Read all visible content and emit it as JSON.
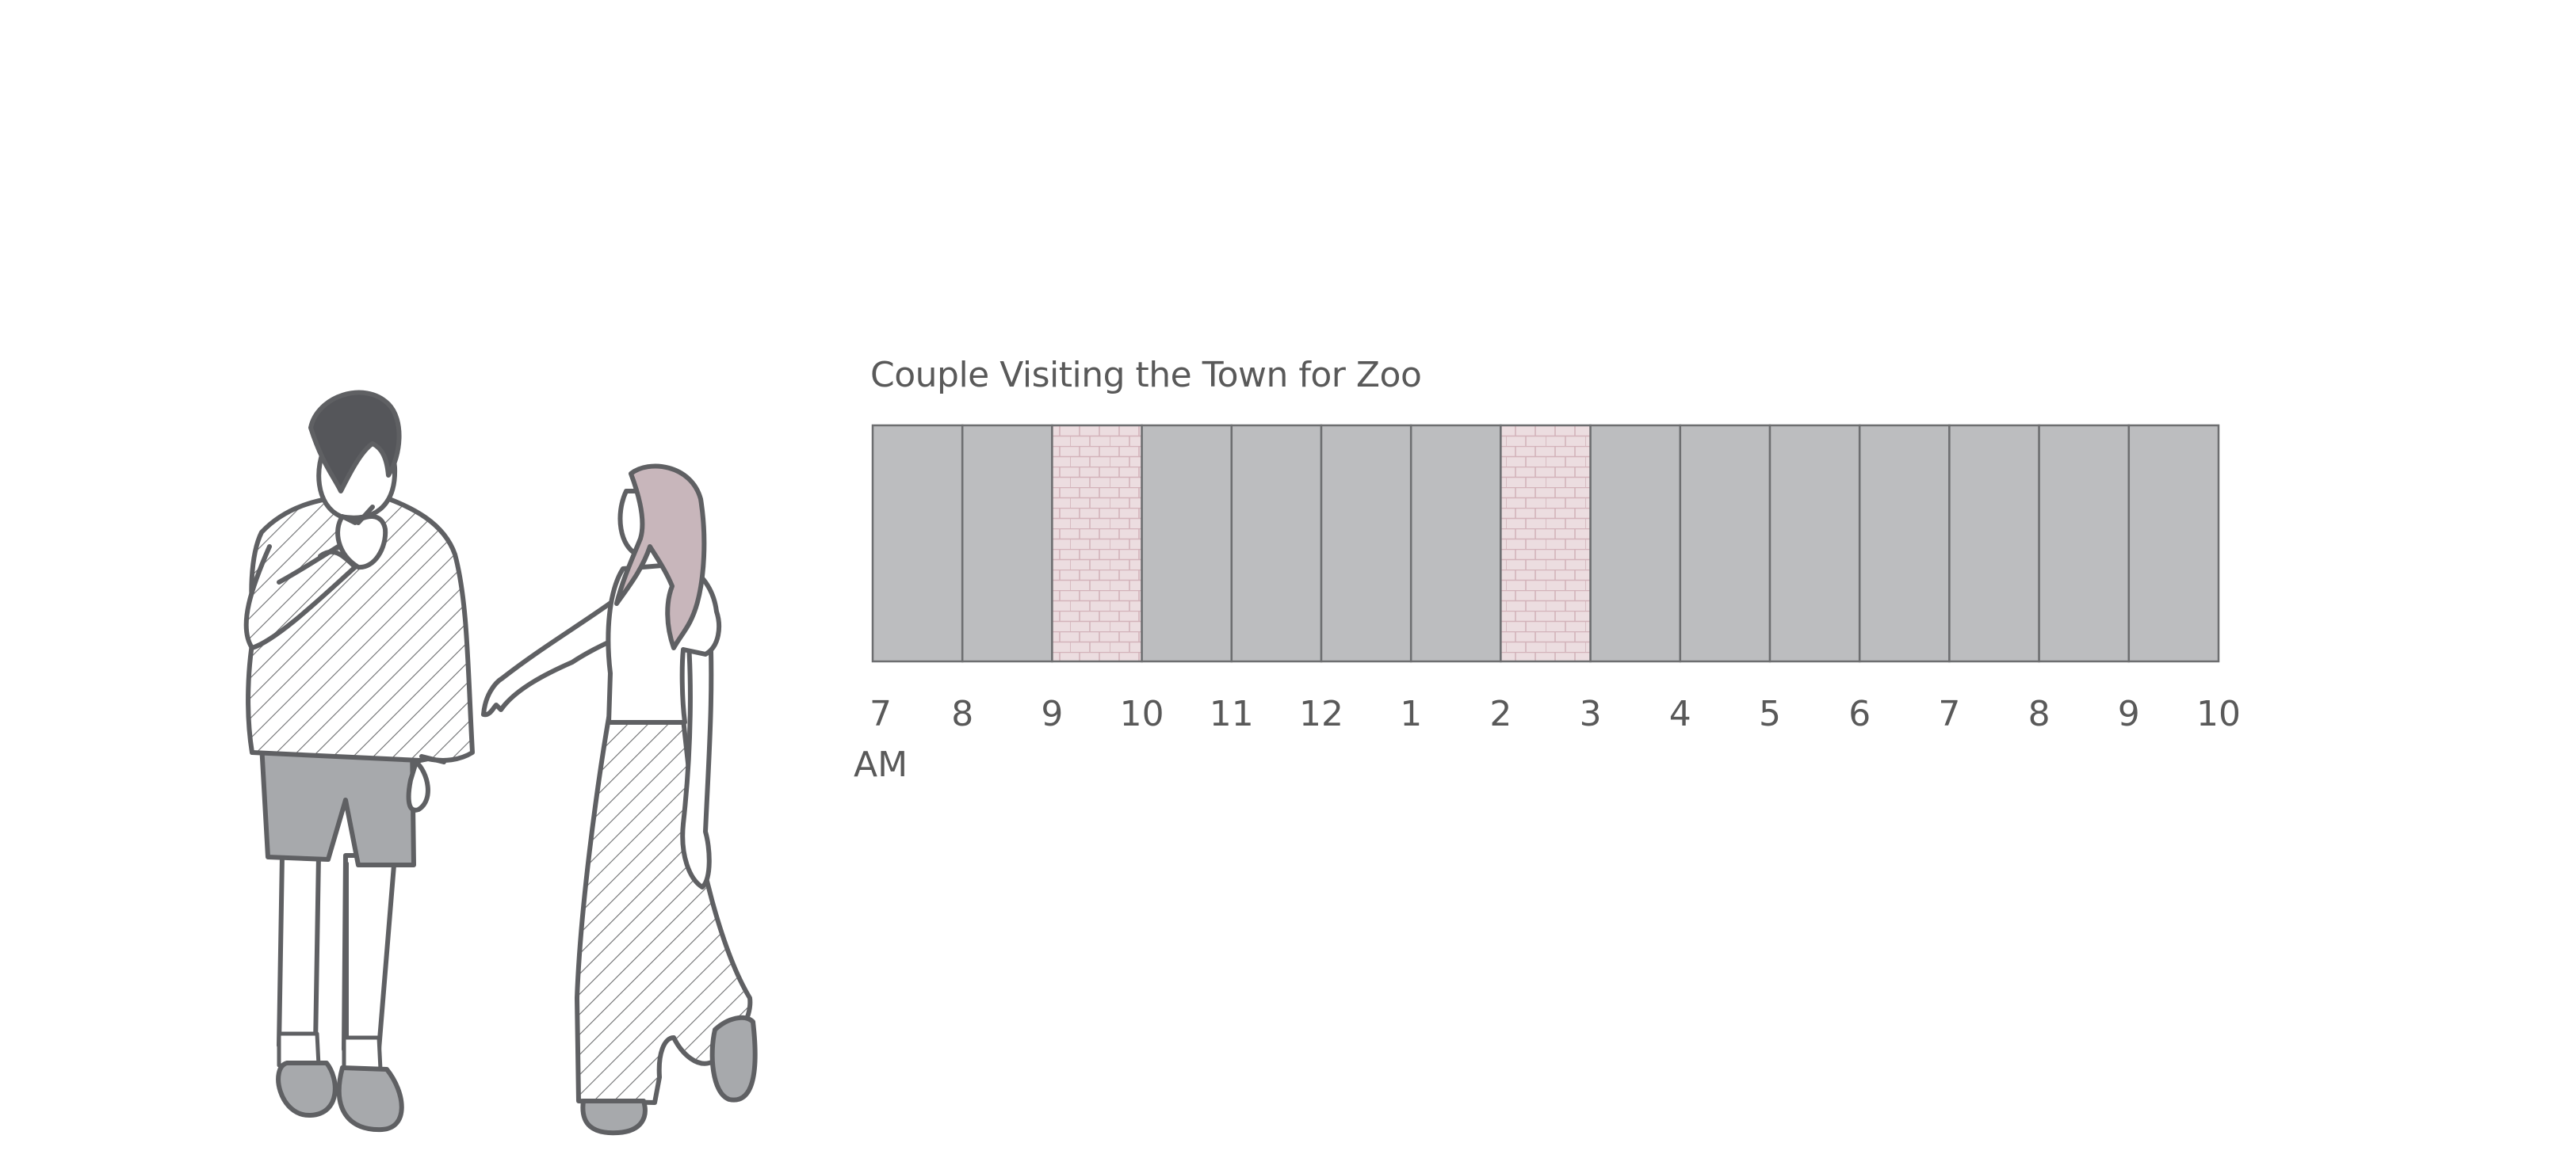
{
  "title": "Couple Visiting the Town for Zoo",
  "timeline": {
    "hours": [
      "7",
      "8",
      "9",
      "10",
      "11",
      "12",
      "1",
      "2",
      "3",
      "4",
      "5",
      "6",
      "7",
      "8",
      "9",
      "10"
    ],
    "start_suffix": "AM",
    "highlighted_slots": [
      2,
      7
    ],
    "slot_count": 15
  },
  "colors": {
    "slot_fill": "#bcbdbf",
    "slot_border": "#6d6e70",
    "highlight_fill": "#ecdde0",
    "highlight_brick": "#d3b3ba",
    "text": "#595959",
    "figure_stroke": "#5f6063",
    "figure_gray": "#a7a9ac",
    "hair_dark": "#55565a",
    "hair_pink": "#c8b6bb"
  },
  "figures": [
    "man-figure",
    "woman-figure"
  ]
}
